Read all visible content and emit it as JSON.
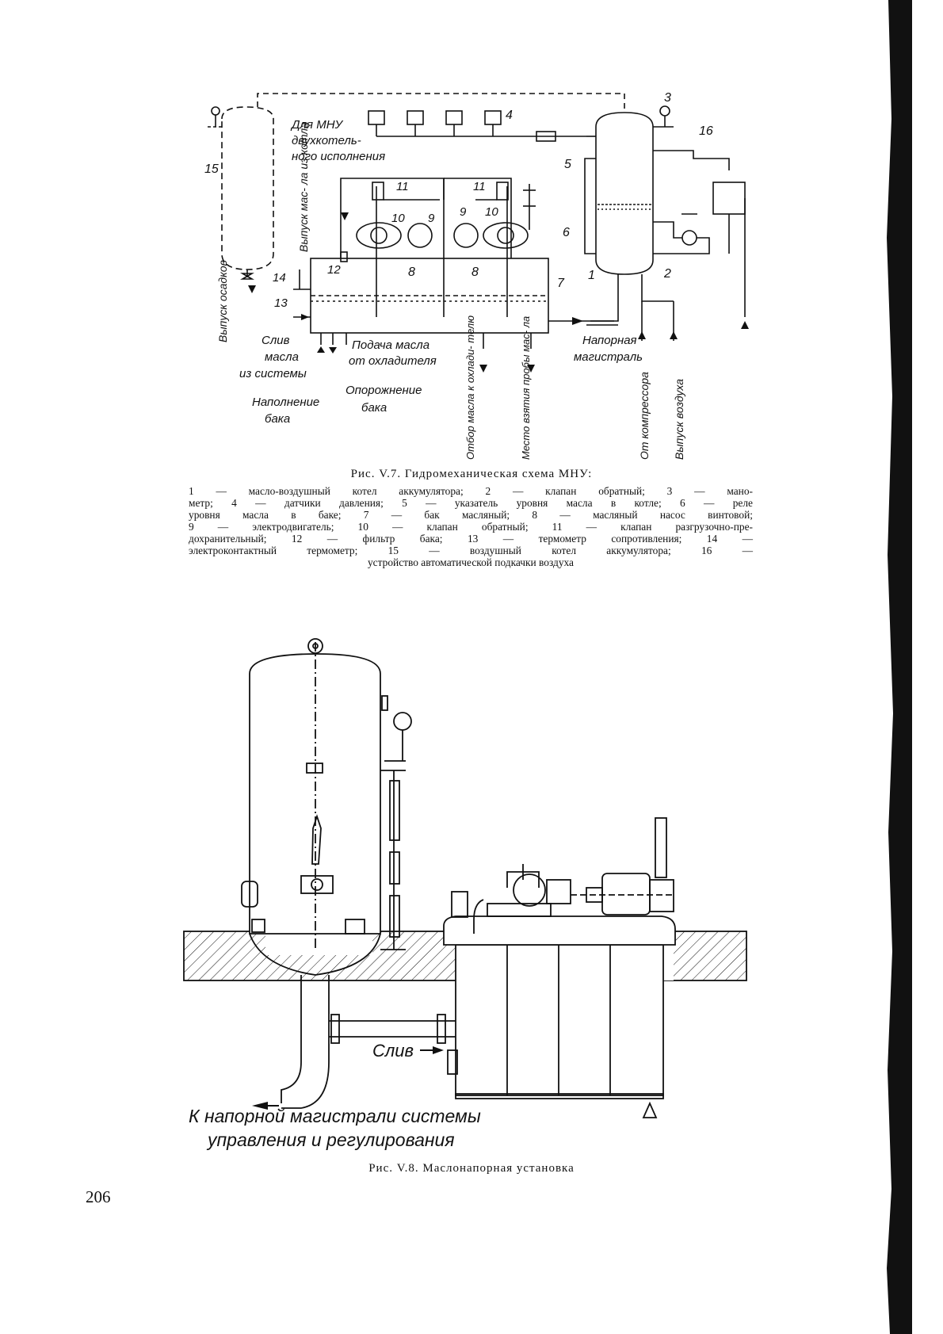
{
  "fig7": {
    "labels": {
      "l1": "1",
      "l2": "2",
      "l3": "3",
      "l4": "4",
      "l5": "5",
      "l6": "6",
      "l7": "7",
      "l8a": "8",
      "l8b": "8",
      "l9a": "9",
      "l9b": "9",
      "l10a": "10",
      "l10b": "10",
      "l11a": "11",
      "l11b": "11",
      "l12": "12",
      "l13": "13",
      "l14": "14",
      "l15": "15",
      "l16": "16"
    },
    "notes": {
      "dual_1": "Для МНУ",
      "dual_2": "двухкотель-",
      "dual_3": "ного исполнения",
      "vent_oil": "Выпуск мас- ла из котла",
      "sediment": "Выпуск осадков",
      "drain_1": "Слив",
      "drain_2": "масла",
      "drain_3": "из системы",
      "feed_1": "Подача масла",
      "feed_2": "от охладителя",
      "fill_1": "Наполнение",
      "fill_2": "бака",
      "empty_1": "Опорожнение",
      "empty_2": "бака",
      "main_1": "Напорная",
      "main_2": "магистраль",
      "to_cooler": "Отбор масла к охлади- телю",
      "sample": "Место взятия пробы мас- ла",
      "compressor": "От компрессора",
      "air_vent": "Выпуск воздуха"
    },
    "caption": "Рис. V.7. Гидромеханическая схема МНУ:",
    "legend_lines": [
      "1 — масло-воздушный котел аккумулятора; 2 — клапан обратный; 3 — мано-",
      "метр; 4 — датчики давления; 5 — указатель уровня масла в котле; 6 — реле",
      "уровня масла в баке; 7 — бак масляный; 8 — масляный насос винтовой;",
      "9 — электродвигатель; 10 — клапан обратный; 11 — клапан разгрузочно-пре-",
      "дохранительный; 12 — фильтр бака; 13 — термометр сопротивления; 14 —",
      "электроконтактный термометр; 15 — воздушный котел аккумулятора; 16 —",
      "устройство автоматической подкачки воздуха"
    ]
  },
  "fig8": {
    "drain": "Слив",
    "target_1": "К напорной магистрали системы",
    "target_2": "управления и регулирования",
    "caption": "Рис. V.8. Маслонапорная установка"
  },
  "page_number": "206"
}
